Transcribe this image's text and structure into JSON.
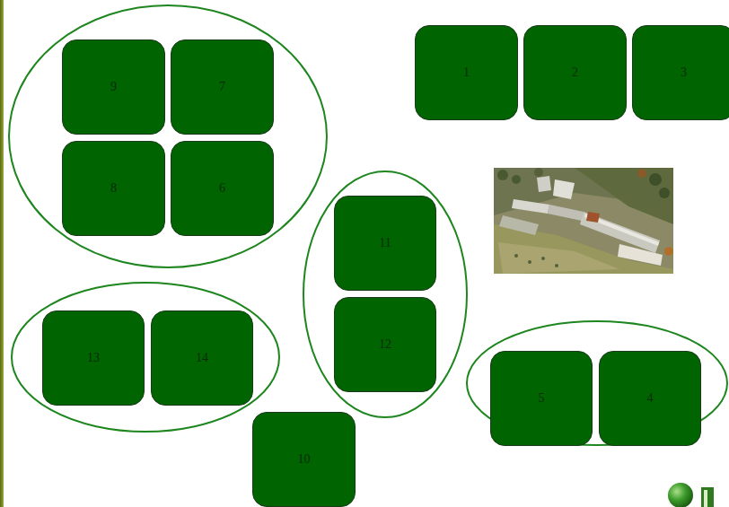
{
  "diagram": {
    "nodes": [
      {
        "text": []
      },
      {
        "text": [
          "9"
        ],
        "in": 0
      },
      {
        "text": [
          "7"
        ],
        "in": 0
      },
      {
        "text": [
          "8"
        ],
        "in": 0
      },
      {
        "text": [
          "6"
        ],
        "in": 0
      },
      {
        "text": [
          "1"
        ]
      },
      {
        "text": [
          "2"
        ]
      },
      {
        "text": [
          "3"
        ]
      },
      {
        "text": []
      },
      {
        "text": [
          "11"
        ],
        "in": 8
      },
      {
        "text": [
          "12"
        ],
        "in": 8
      },
      {
        "text": []
      },
      {
        "text": [
          "13"
        ],
        "in": 11
      },
      {
        "text": [
          "14"
        ],
        "in": 11
      },
      {
        "text": []
      },
      {
        "text": [
          "5"
        ],
        "in": 14
      },
      {
        "text": [
          "4"
        ],
        "in": 14
      },
      {
        "text": [
          "10"
        ]
      }
    ]
  }
}
